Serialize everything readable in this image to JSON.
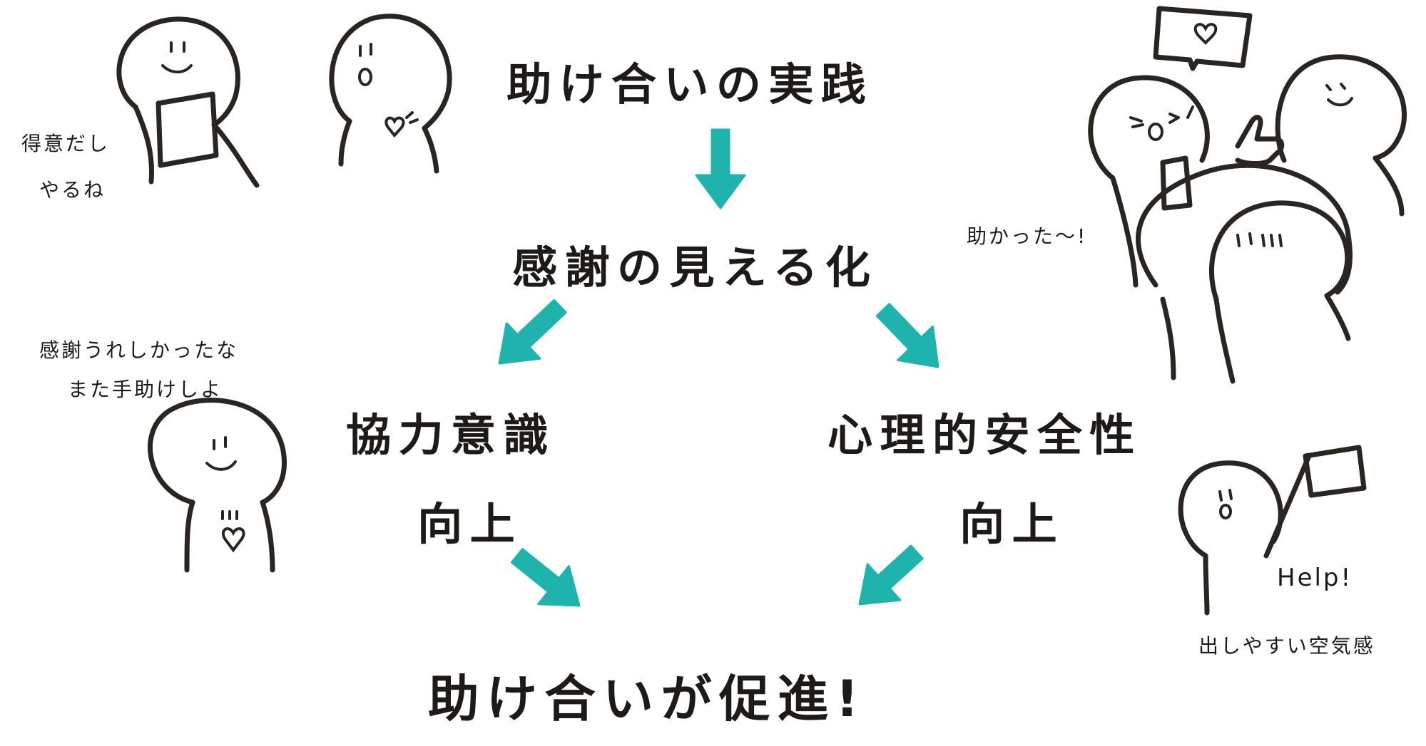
{
  "colors": {
    "arrow": "#1fb3ad",
    "ink": "#2a2521",
    "background": "#ffffff"
  },
  "flow": {
    "step1": "助け合いの実践",
    "step2": "感謝の見える化",
    "left_line1": "協力意識",
    "left_line2": "向上",
    "right_line1": "心理的安全性",
    "right_line2": "向上",
    "result": "助け合いが促進!"
  },
  "notes": {
    "top_left_1": "得意だし",
    "top_left_2": "やるね",
    "mid_left_1": "感謝うれしかったな",
    "mid_left_2": "また手助けしよ",
    "top_right": "助かった〜!",
    "bottom_right_sign": "Help!",
    "bottom_right_caption": "出しやすい空気感"
  },
  "icons": [
    "heart-icon",
    "arrow-down-icon",
    "arrow-down-left-icon",
    "arrow-down-right-icon"
  ]
}
